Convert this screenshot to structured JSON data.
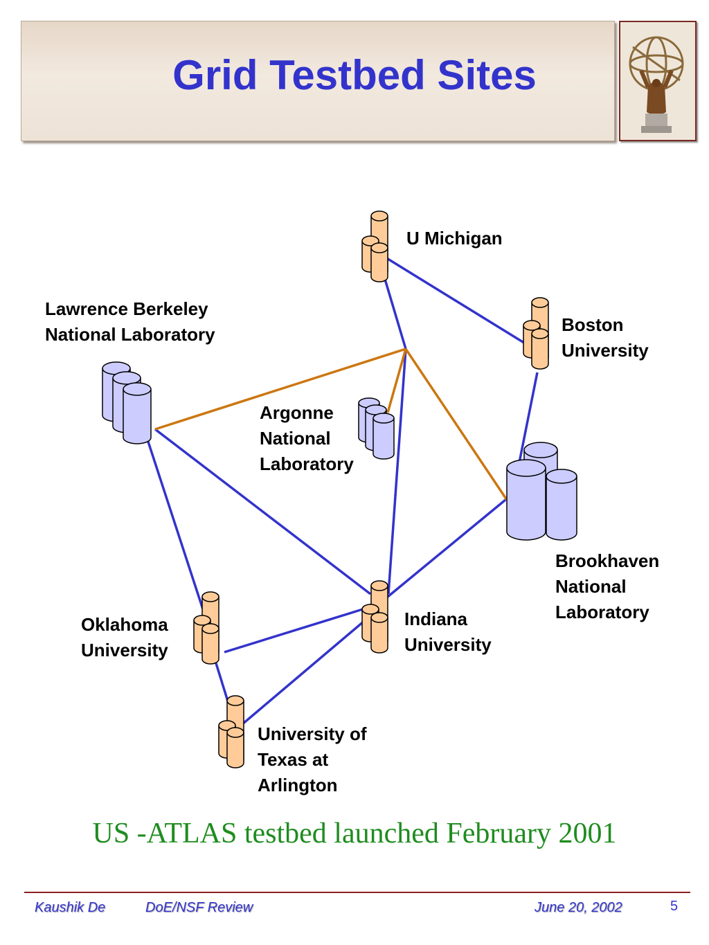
{
  "header": {
    "title": "Grid Testbed Sites"
  },
  "sites": {
    "michigan": "U Michigan",
    "boston": "Boston\nUniversity",
    "berkeley": "Lawrence Berkeley\nNational Laboratory",
    "argonne": "Argonne\nNational\nLaboratory",
    "brookhaven": "Brookhaven\nNational\nLaboratory",
    "indiana": "Indiana\nUniversity",
    "oklahoma": "Oklahoma\nUniversity",
    "uta": "University of\nTexas at\nArlington"
  },
  "tagline": "US -ATLAS testbed launched February 2001",
  "footer": {
    "author": "Kaushik De",
    "event": "DoE/NSF Review",
    "date": "June 20, 2002",
    "page": "5"
  },
  "colors": {
    "title": "#3333cc",
    "blue_link": "#3333cc",
    "orange_link": "#cc7711",
    "tier1_cylinder": "#ccccff",
    "tier2_cylinder": "#ffcc99",
    "tagline": "#1f8c1f"
  },
  "icons": {
    "logo": "atlas-statue-logo",
    "site": "disk-cylinder-icon"
  }
}
